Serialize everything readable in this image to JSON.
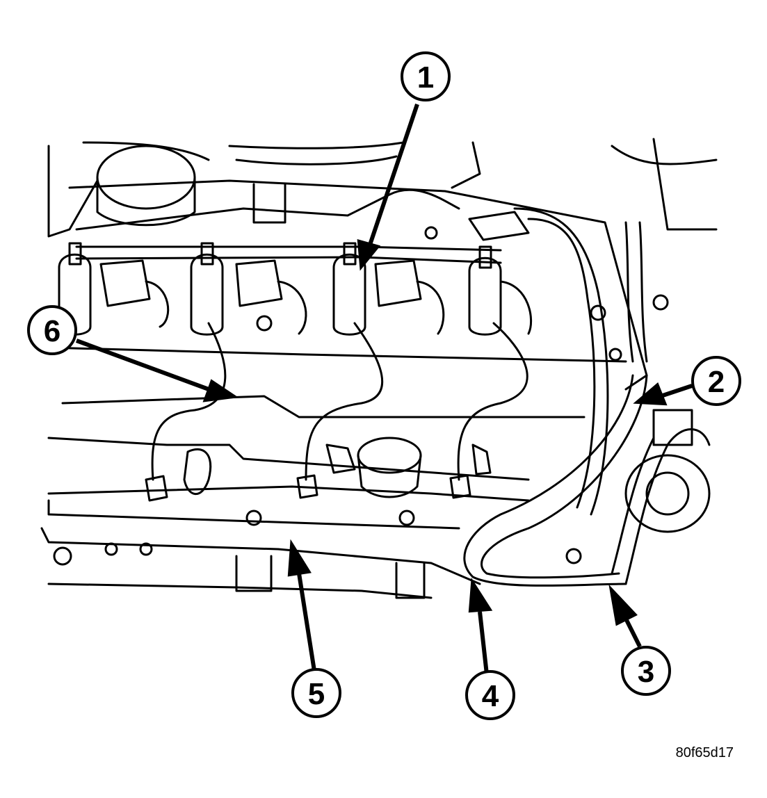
{
  "figure": {
    "id": "80f65d17",
    "callouts": [
      {
        "number": "1",
        "label": "1"
      },
      {
        "number": "2",
        "label": "2"
      },
      {
        "number": "3",
        "label": "3"
      },
      {
        "number": "4",
        "label": "4"
      },
      {
        "number": "5",
        "label": "5"
      },
      {
        "number": "6",
        "label": "6"
      }
    ]
  },
  "colors": {
    "line": "#000000",
    "background": "#ffffff"
  }
}
